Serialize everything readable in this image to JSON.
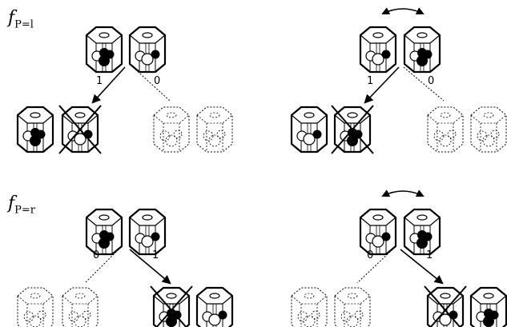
{
  "top": {
    "f_main": "f",
    "f_sub": "P=l",
    "left_branch_labels": [
      "1",
      "0"
    ],
    "right_branch_labels": [
      "1",
      "0"
    ]
  },
  "bottom": {
    "f_main": "f",
    "f_sub": "P=r",
    "left_branch_labels": [
      "0",
      "1"
    ],
    "right_branch_labels": [
      "0",
      "1"
    ]
  }
}
